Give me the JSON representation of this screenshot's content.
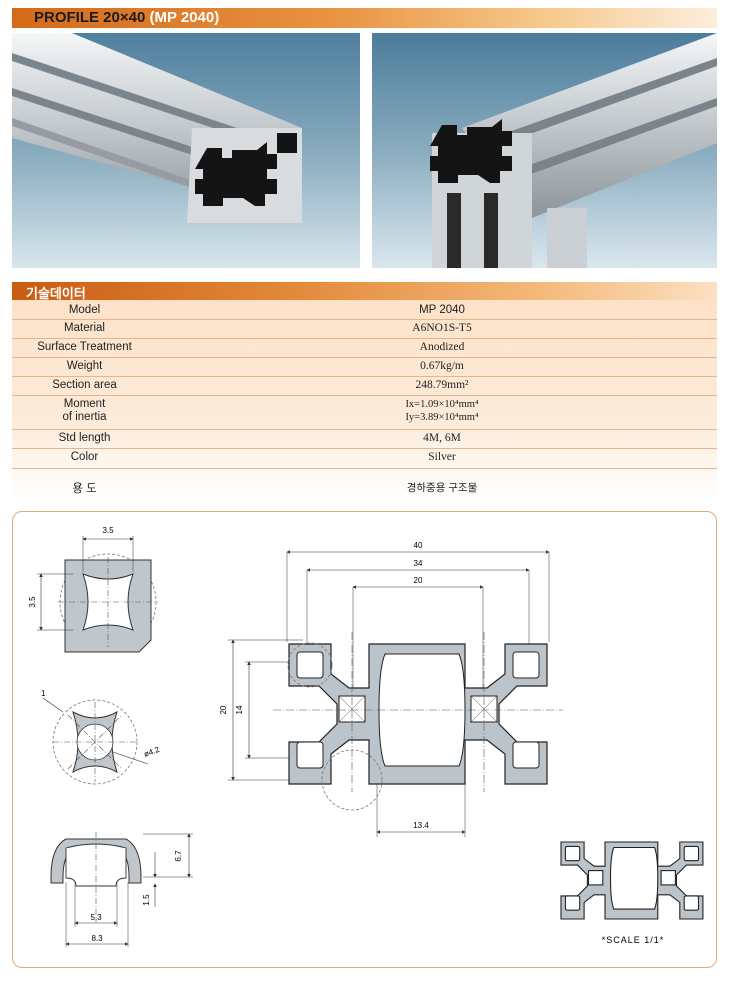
{
  "header": {
    "title_prefix": "PROFILE 20×40",
    "title_model": "(MP 2040)"
  },
  "photos": [
    {
      "name": "left-profile-photo"
    },
    {
      "name": "right-profile-photo"
    }
  ],
  "section": {
    "title": "기술데이터"
  },
  "specs": {
    "model": {
      "label": "Model",
      "value": "MP 2040"
    },
    "material": {
      "label": "Material",
      "value": "A6NO1S-T5"
    },
    "surface": {
      "label": "Surface Treatment",
      "value": "Anodized"
    },
    "weight": {
      "label": "Weight",
      "value": "0.67kg/m"
    },
    "section_area": {
      "label": "Section area",
      "value": "248.79mm²"
    },
    "inertia": {
      "label1": "Moment",
      "label2": "of inertia",
      "value1": "Ix=1.09×10⁴mm⁴",
      "value2": "Iy=3.89×10⁴mm⁴"
    },
    "std_length": {
      "label": "Std length",
      "value": "4M, 6M"
    },
    "color": {
      "label": "Color",
      "value": "Silver"
    },
    "usage": {
      "label": "용 도",
      "value": "경하중용 구조물"
    }
  },
  "drawing": {
    "dims": {
      "d40": "40",
      "d34": "34",
      "d20_top": "20",
      "d20_left": "20",
      "d14": "14",
      "d134": "13.4",
      "slot_w": "3.5",
      "slot_h": "3.5",
      "center_one": "1",
      "center_dia": "ø4.2",
      "groove_67": "6.7",
      "groove_15": "1.5",
      "groove_53": "5.3",
      "groove_83": "8.3"
    },
    "scale_label": "*SCALE 1/1*"
  }
}
